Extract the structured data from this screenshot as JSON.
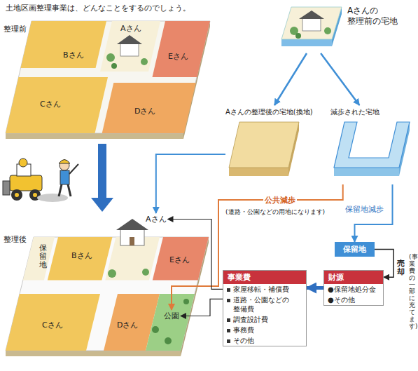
{
  "diagram": {
    "title": "土地区画整理事業は、どんなことをするのでしょう。",
    "nodes": [
      {
        "text": [
          "Aさん"
        ]
      },
      {
        "text": [
          "Bさん"
        ]
      },
      {
        "text": [
          "Eさん"
        ]
      },
      {
        "text": [
          "Cさん"
        ]
      },
      {
        "text": [
          "Dさん"
        ]
      },
      {
        "text": [
          "Aさんの 整理前の宅地"
        ]
      },
      {
        "text": [
          "Aさんの整理後の宅地(換地)"
        ]
      },
      {
        "text": [
          "減歩された宅地"
        ]
      },
      {
        "text": [
          "保留地"
        ]
      },
      {
        "text": [
          "Aさん"
        ]
      },
      {
        "text": [
          "Bさん"
        ]
      },
      {
        "text": [
          "Eさん"
        ]
      },
      {
        "text": [
          "保留地"
        ]
      },
      {
        "text": [
          "Cさん"
        ]
      },
      {
        "text": [
          "Dさん"
        ]
      },
      {
        "text": [
          "公園"
        ]
      },
      {
        "text": [
          "財源",
          "●保留地処分金",
          "●その他"
        ]
      },
      {
        "text": [
          "事業費",
          "家屋移転・補償費",
          "道路・公園などの 整備費",
          "調査設計費",
          "事務費",
          "その他"
        ]
      }
    ],
    "edges": [
      {
        "from": 5,
        "to": 6,
        "arrow": "to"
      },
      {
        "from": 5,
        "to": 7,
        "arrow": "to"
      },
      {
        "from": 6,
        "to": 9,
        "arrow": "to"
      },
      {
        "from": 7,
        "to": 15,
        "label": "公共減歩",
        "arrow": "to"
      },
      {
        "from": 7,
        "to": 12,
        "label": "保留地減歩",
        "arrow": "to"
      },
      {
        "from": 12,
        "to": 16,
        "label": "売却",
        "arrow": "to"
      },
      {
        "from": 16,
        "to": 17,
        "arrow": "to"
      },
      {
        "from": 17,
        "to": 9,
        "arrow": "to"
      },
      {
        "from": 17,
        "to": 15,
        "arrow": "to"
      }
    ],
    "labels": [
      "整理前",
      "整理後",
      "(道路・公園などの用地になります)",
      "(事業費の一部に充てます)"
    ]
  }
}
